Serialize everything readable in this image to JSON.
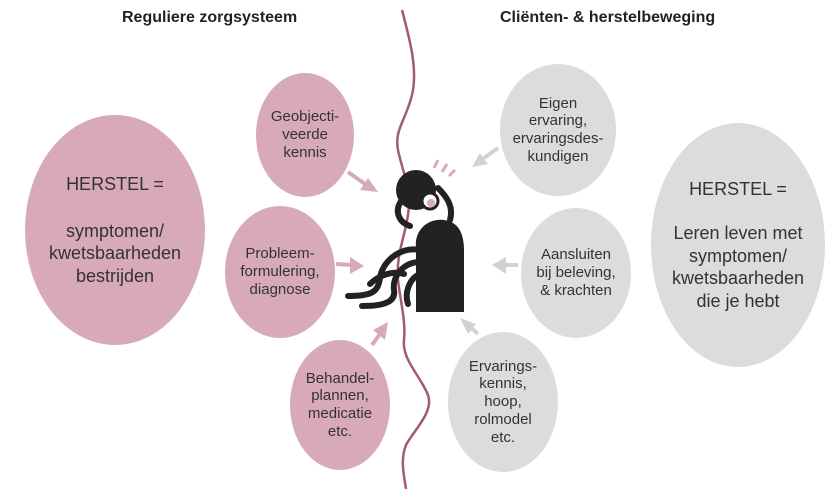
{
  "headings": {
    "left": "Reguliere zorgsysteem",
    "right": "Cliënten- & herstelbeweging"
  },
  "left_main": {
    "title": "HERSTEL =",
    "text": "symptomen/\nkwetsbaarheden\nbestrijden"
  },
  "right_main": {
    "title": "HERSTEL =",
    "text": "Leren leven met\nsymptomen/\nkwetsbaarheden\ndie je hebt"
  },
  "left_bubbles": [
    {
      "text": "Geobjecti-\nveerde\nkennis"
    },
    {
      "text": "Probleem-\nformulering,\ndiagnose"
    },
    {
      "text": "Behandel-\nplannen,\nmedicatie\netc."
    }
  ],
  "right_bubbles": [
    {
      "text": "Eigen\nervaring,\nervaringsdes-\nkundigen"
    },
    {
      "text": "Aansluiten\nbij beleving,\n& krachten"
    },
    {
      "text": "Ervarings-\nkennis,\nhoop,\nrolmodel\netc."
    }
  ],
  "colors": {
    "pink": "#d7a9ba",
    "grey": "#dcdcdc",
    "line": "#a35a78",
    "figure": "#222222"
  }
}
